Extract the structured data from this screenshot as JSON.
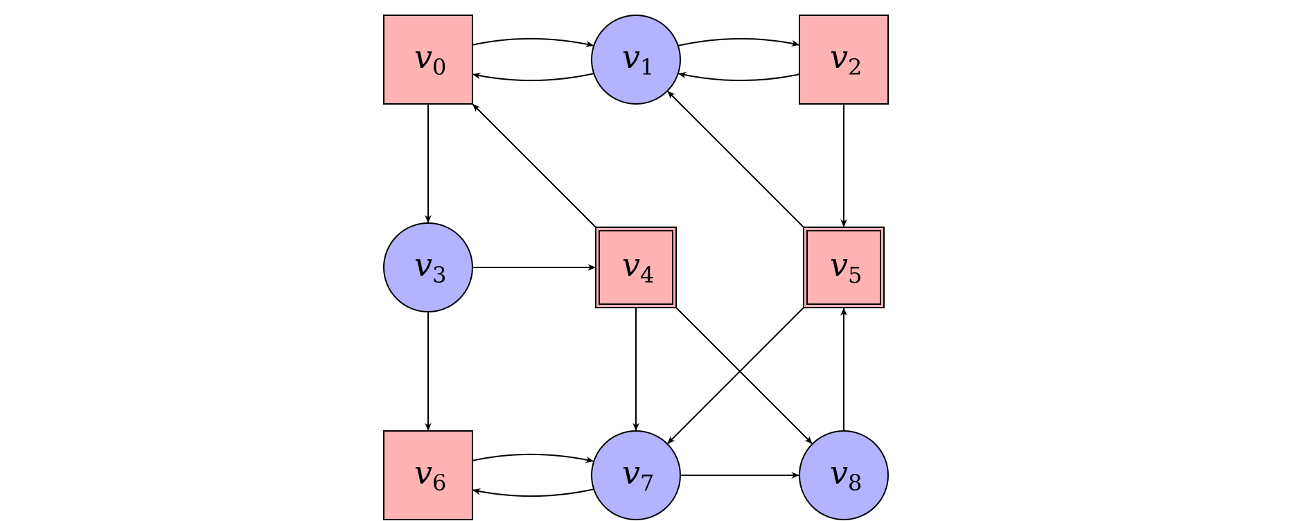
{
  "nodes": [
    {
      "id": "v0",
      "name": "v",
      "sub": "0",
      "shape": "square",
      "double": false
    },
    {
      "id": "v1",
      "name": "v",
      "sub": "1",
      "shape": "circle",
      "double": false
    },
    {
      "id": "v2",
      "name": "v",
      "sub": "2",
      "shape": "square",
      "double": false
    },
    {
      "id": "v3",
      "name": "v",
      "sub": "3",
      "shape": "circle",
      "double": false
    },
    {
      "id": "v4",
      "name": "v",
      "sub": "4",
      "shape": "square",
      "double": true
    },
    {
      "id": "v5",
      "name": "v",
      "sub": "5",
      "shape": "square",
      "double": true
    },
    {
      "id": "v6",
      "name": "v",
      "sub": "6",
      "shape": "square",
      "double": false
    },
    {
      "id": "v7",
      "name": "v",
      "sub": "7",
      "shape": "circle",
      "double": false
    },
    {
      "id": "v8",
      "name": "v",
      "sub": "8",
      "shape": "circle",
      "double": false
    }
  ],
  "edges": [
    {
      "from": "v0",
      "to": "v1"
    },
    {
      "from": "v1",
      "to": "v0"
    },
    {
      "from": "v1",
      "to": "v2"
    },
    {
      "from": "v2",
      "to": "v1"
    },
    {
      "from": "v0",
      "to": "v3"
    },
    {
      "from": "v2",
      "to": "v5"
    },
    {
      "from": "v4",
      "to": "v0"
    },
    {
      "from": "v5",
      "to": "v1"
    },
    {
      "from": "v3",
      "to": "v4"
    },
    {
      "from": "v3",
      "to": "v6"
    },
    {
      "from": "v4",
      "to": "v7"
    },
    {
      "from": "v4",
      "to": "v8"
    },
    {
      "from": "v5",
      "to": "v7"
    },
    {
      "from": "v8",
      "to": "v5"
    },
    {
      "from": "v6",
      "to": "v7"
    },
    {
      "from": "v7",
      "to": "v6"
    },
    {
      "from": "v7",
      "to": "v8"
    }
  ],
  "colors": {
    "player_square": "#ffb3b3",
    "player_circle": "#b3b3ff"
  }
}
